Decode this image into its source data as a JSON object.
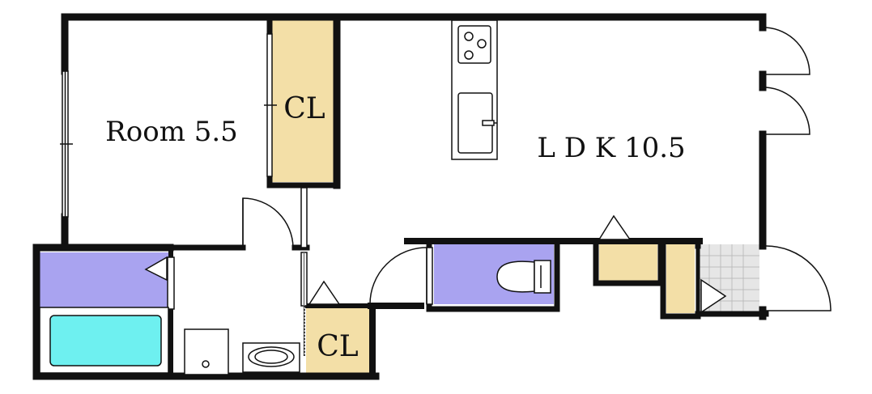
{
  "labels": {
    "room": "Room 5.5",
    "ldk": "L D K 10.5",
    "closet_upper": "CL",
    "closet_lower": "CL"
  },
  "colors": {
    "wall": "#111111",
    "closet_fill": "#f3dfa7",
    "toilet_fill": "#a9a3f0",
    "bath_fill": "#a9a3f0",
    "tub_fill": "#6ef0f0",
    "entrance_fill": "#e6e6e6",
    "floor": "#ffffff"
  }
}
